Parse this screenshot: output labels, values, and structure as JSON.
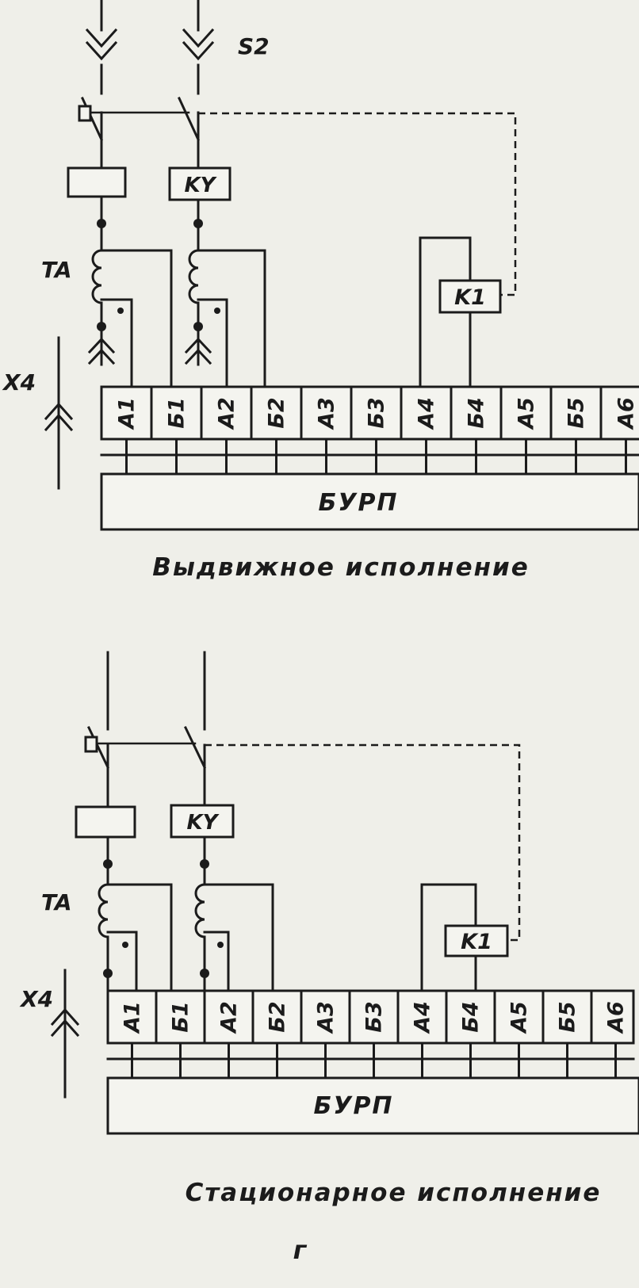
{
  "top": {
    "switch_label": "S2",
    "relay_label": "KY",
    "ct_label": "TA",
    "connector_label": "X4",
    "contactor_label": "K1",
    "unit_label": "БУРП",
    "terminals": [
      "A1",
      "Б1",
      "A2",
      "Б2",
      "A3",
      "Б3",
      "A4",
      "Б4",
      "A5",
      "Б5",
      "A6"
    ],
    "caption": "Выдвижное исполнение"
  },
  "bottom": {
    "relay_label": "KY",
    "ct_label": "TA",
    "connector_label": "X4",
    "contactor_label": "K1",
    "unit_label": "БУРП",
    "terminals": [
      "A1",
      "Б1",
      "A2",
      "Б2",
      "A3",
      "Б3",
      "A4",
      "Б4",
      "A5",
      "Б5",
      "A6"
    ],
    "caption": "Стационарное исполнение"
  },
  "figure_letter": "г"
}
